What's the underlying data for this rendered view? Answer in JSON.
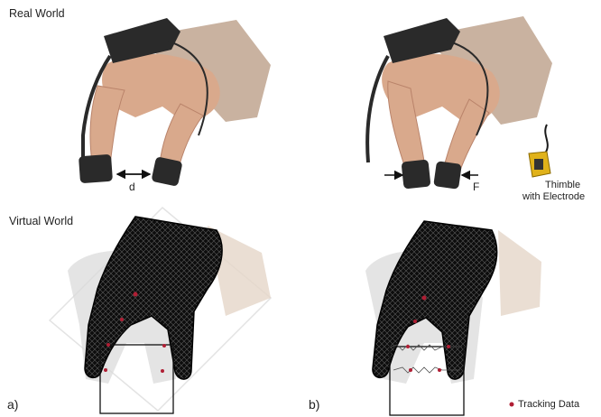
{
  "sections": {
    "real_world": "Real World",
    "virtual_world": "Virtual World"
  },
  "panels": {
    "a": "a)",
    "b": "b)"
  },
  "annotations": {
    "distance": "d",
    "force": "F",
    "thimble_line1": "Thimble",
    "thimble_line2": "with Electrode"
  },
  "legend": {
    "tracking_data": "Tracking Data"
  },
  "colors": {
    "skin": "#d9a98c",
    "skin_shadow": "#b9836a",
    "forearm": "#c9b2a0",
    "device": "#2a2a2a",
    "mesh": "#0d0d0d",
    "ghost": "#d9d9d9",
    "marker": "#b01e34",
    "thimble": "#e0b21a"
  }
}
